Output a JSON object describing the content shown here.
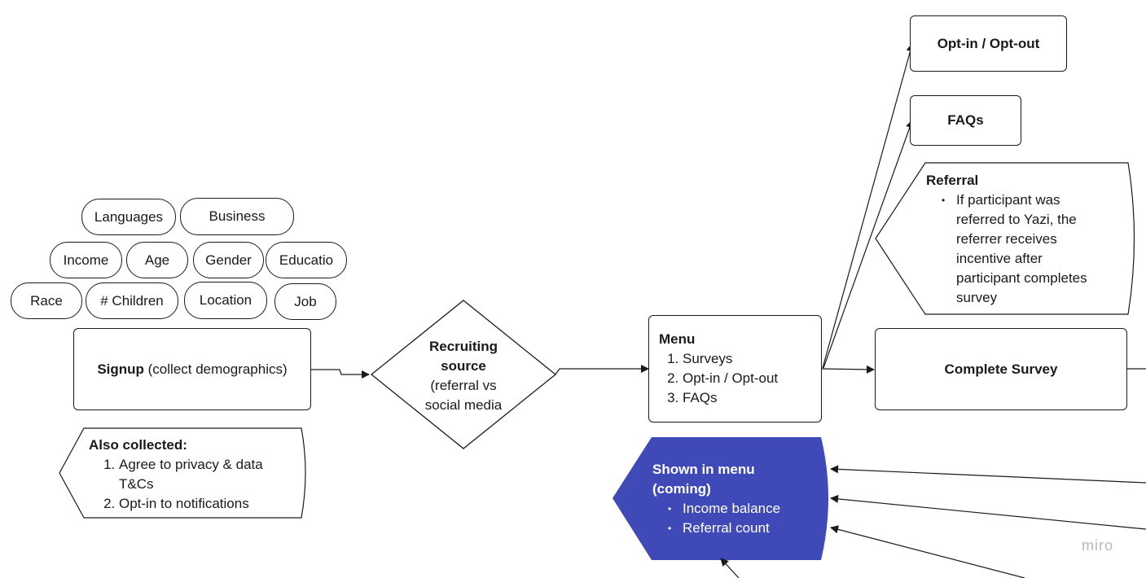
{
  "diagram": {
    "attributes": [
      "Languages",
      "Business",
      "Income",
      "Age",
      "Gender",
      "Educatio",
      "Race",
      "# Children",
      "Location",
      "Job"
    ],
    "signup": {
      "bold": "Signup",
      "rest": " (collect demographics)"
    },
    "also_collected": {
      "title": "Also collected:",
      "items": [
        "Agree to privacy & data T&Cs",
        "Opt-in to notifications"
      ]
    },
    "recruiting": {
      "line1": "Recruiting",
      "line2": "source",
      "line3": "(referral vs",
      "line4": "social media"
    },
    "menu": {
      "title": "Menu",
      "items": [
        "Surveys",
        "Opt-in / Opt-out",
        "FAQs"
      ]
    },
    "opt_in_out": "Opt-in / Opt-out",
    "faqs": "FAQs",
    "referral": {
      "title": "Referral",
      "item": "If participant was referred to Yazi, the referrer receives incentive after participant completes survey"
    },
    "complete_survey": "Complete Survey",
    "shown_in_menu": {
      "title": "Shown in menu (coming)",
      "items": [
        "Income balance",
        "Referral count"
      ]
    },
    "watermark": "miro",
    "colors": {
      "stroke": "#1a1a1a",
      "highlight_fill": "#4049b8",
      "highlight_text": "#ffffff",
      "watermark": "#b9b9bd"
    }
  }
}
